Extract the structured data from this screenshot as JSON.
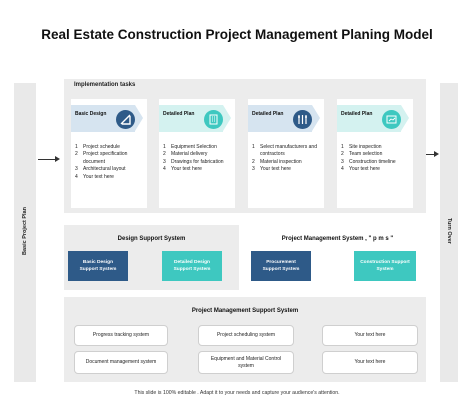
{
  "title": "Real Estate Construction Project Management Planing Model",
  "left_label": "Basic Project Plan",
  "right_label": "Turn Over",
  "implementation": {
    "title": "Implementation tasks",
    "tasks": [
      {
        "name": "Basic Design",
        "icon": "drafting-compass-icon",
        "color": "#2e5a88",
        "tint": "#d6e4f0",
        "items": [
          "Project schedule",
          "Project specification document",
          "Architectural layout",
          "Your text here"
        ]
      },
      {
        "name": "Detailed Plan",
        "icon": "building-icon",
        "color": "#3ec8c0",
        "tint": "#d4f2f0",
        "items": [
          "Equipment Selection",
          "Material delivery",
          "Drawings for fabrication",
          "Your text here"
        ]
      },
      {
        "name": "Detailed Plan",
        "icon": "tools-icon",
        "color": "#2e5a88",
        "tint": "#d6e4f0",
        "items": [
          "Select manufacturers and contractors",
          "Material inspection",
          "Your text here"
        ]
      },
      {
        "name": "Detailed Plan",
        "icon": "blueprint-icon",
        "color": "#3ec8c0",
        "tint": "#d4f2f0",
        "items": [
          "Site inspection",
          "Team selection",
          "Construction timeline",
          "Your text here"
        ]
      }
    ]
  },
  "design_support": {
    "title": "Design Support  System",
    "buttons": [
      "Basic Design Support System",
      "Detailed Design Support System"
    ]
  },
  "pm_system": {
    "title": "Project Management System , \" p m s \"",
    "buttons": [
      "Procurement Support System",
      "Construction Support System"
    ]
  },
  "pm_support": {
    "title": "Project Management Support System",
    "boxes": [
      "Progress tracking system",
      "Project scheduling system",
      "Your text here",
      "Document management system",
      "Equipment and Material Control system",
      "Your text here"
    ]
  },
  "footer": "This slide is 100% editable . Adapt it to your needs and capture your audience's attention.",
  "colors": {
    "navy": "#2e5a88",
    "teal": "#3ec8c0",
    "panel": "#ececec"
  }
}
